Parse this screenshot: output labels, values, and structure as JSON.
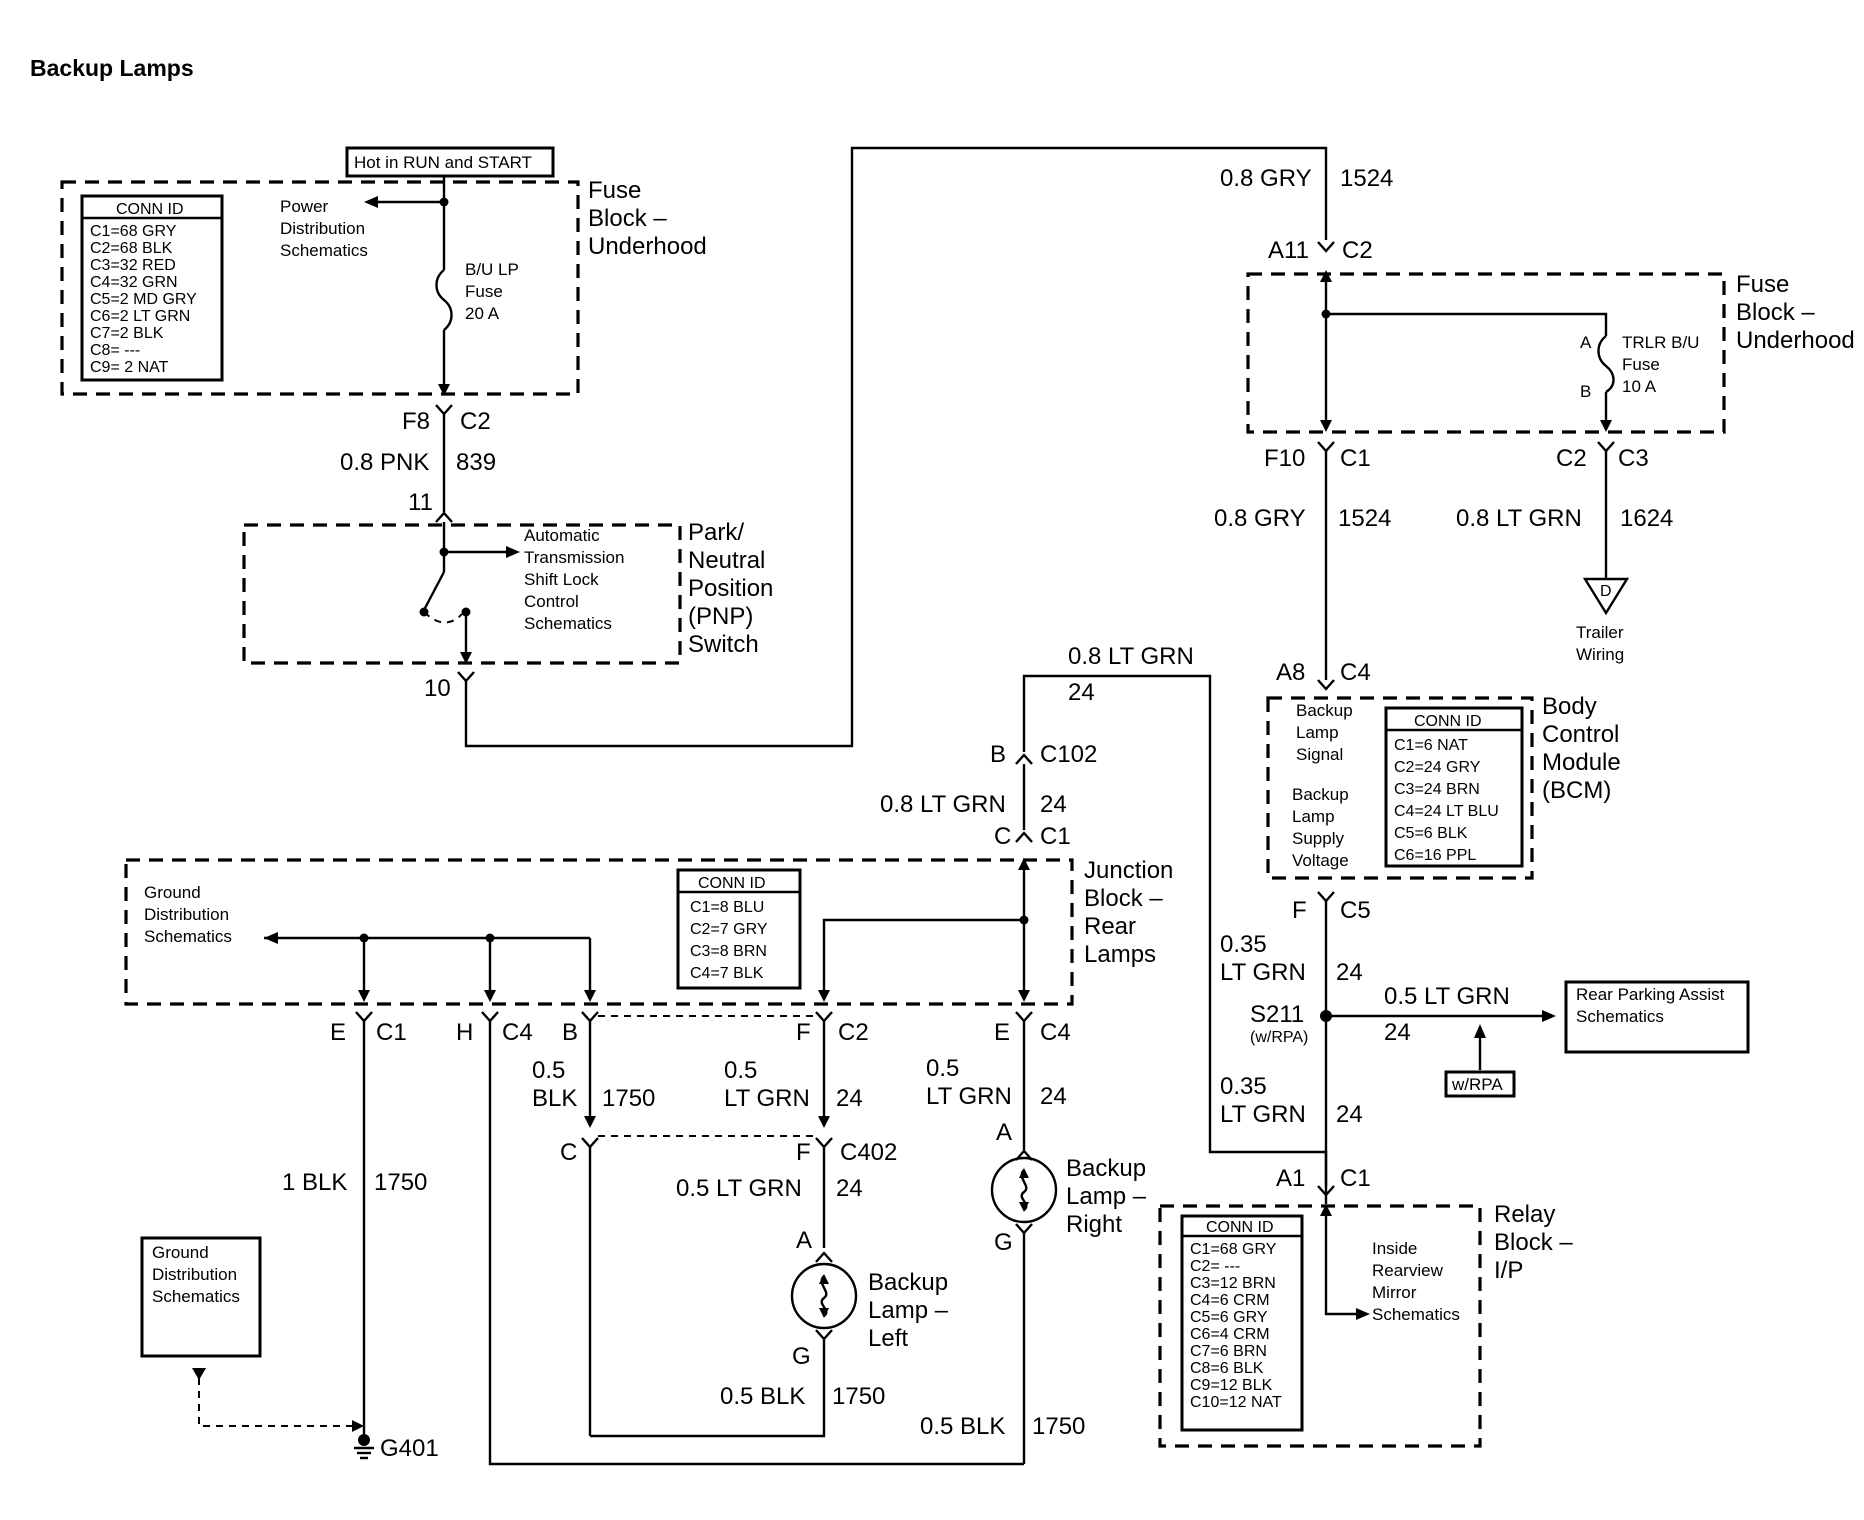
{
  "title": "Backup Lamps",
  "hot_label": "Hot in RUN and START",
  "conn_id_header": "CONN ID",
  "fuse_block_left": {
    "name": [
      "Fuse",
      "Block –",
      "Underhood"
    ],
    "conn_ids": [
      "C1=68 GRY",
      "C2=68 BLK",
      "C3=32 RED",
      "C4=32 GRN",
      "C5=2 MD GRY",
      "C6=2 LT GRN",
      "C7=2 BLK",
      "C8= ---",
      "C9= 2 NAT"
    ],
    "power_ref": [
      "Power",
      "Distribution",
      "Schematics"
    ],
    "fuse": [
      "B/U LP",
      "Fuse",
      "20 A"
    ],
    "conn_left": "F8",
    "conn_right": "C2"
  },
  "wire_pnk": {
    "size_color": "0.8 PNK",
    "circuit": "839"
  },
  "pnp_switch": {
    "name": [
      "Park/",
      "Neutral",
      "Position",
      "(PNP)",
      "Switch"
    ],
    "ref": [
      "Automatic",
      "Transmission",
      "Shift Lock",
      "Control",
      "Schematics"
    ],
    "pin_in": "11",
    "pin_out": "10"
  },
  "wire_gry_top": {
    "size_color": "0.8 GRY",
    "circuit": "1524"
  },
  "fuse_block_right": {
    "name": [
      "Fuse",
      "Block –",
      "Underhood"
    ],
    "in_left": "A11",
    "in_right": "C2",
    "fuse": [
      "TRLR B/U",
      "Fuse",
      "10 A"
    ],
    "pin_a": "A",
    "pin_b": "B",
    "out1_left": "F10",
    "out1_right": "C1",
    "out2_left": "C2",
    "out2_right": "C3"
  },
  "wire_gry_mid": {
    "size_color": "0.8 GRY",
    "circuit": "1524"
  },
  "wire_ltgrn_trailer": {
    "size_color": "0.8 LT GRN",
    "circuit": "1624"
  },
  "trailer": {
    "letter": "D",
    "label": [
      "Trailer",
      "Wiring"
    ]
  },
  "bcm": {
    "name": [
      "Body",
      "Control",
      "Module",
      "(BCM)"
    ],
    "in_left": "A8",
    "in_right": "C4",
    "signal": [
      "Backup",
      "Lamp",
      "Signal"
    ],
    "supply": [
      "Backup",
      "Lamp",
      "Supply",
      "Voltage"
    ],
    "conn_ids": [
      "C1=6 NAT",
      "C2=24 GRY",
      "C3=24 BRN",
      "C4=24 LT BLU",
      "C5=6 BLK",
      "C6=16 PPL"
    ],
    "out_left": "F",
    "out_right": "C5"
  },
  "wire_bcm_out": {
    "size": "0.35",
    "color": "LT GRN",
    "circuit": "24"
  },
  "splice": {
    "id": "S211",
    "option": "(w/RPA)"
  },
  "wire_rpa": {
    "size_color": "0.5 LT GRN",
    "circuit": "24"
  },
  "rpa_ref": [
    "Rear Parking Assist",
    "Schematics"
  ],
  "rpa_option": "w/RPA",
  "wire_bcm_relay": {
    "size": "0.35",
    "color": "LT GRN",
    "circuit": "24"
  },
  "relay_block": {
    "name": [
      "Relay",
      "Block –",
      "I/P"
    ],
    "in_left": "A1",
    "in_right": "C1",
    "conn_ids": [
      "C1=68 GRY",
      "C2= ---",
      "C3=12 BRN",
      "C4=6 CRM",
      "C5=6 GRY",
      "C6=4 CRM",
      "C7=6 BRN",
      "C8=6 BLK",
      "C9=12 BLK",
      "C10=12 NAT"
    ],
    "ref": [
      "Inside",
      "Rearview",
      "Mirror",
      "Schematics"
    ]
  },
  "wire_jb_top": {
    "size_color": "0.8 LT GRN",
    "circuit": "24"
  },
  "c102": {
    "pin": "B",
    "id": "C102"
  },
  "wire_jb_in": {
    "size_color": "0.8 LT GRN",
    "circuit": "24"
  },
  "jb_in_conn": {
    "pin": "C",
    "id": "C1"
  },
  "junction_block": {
    "name": [
      "Junction",
      "Block –",
      "Rear",
      "Lamps"
    ],
    "ground_ref": [
      "Ground",
      "Distribution",
      "Schematics"
    ],
    "conn_ids": [
      "C1=8 BLU",
      "C2=7 GRY",
      "C3=8 BRN",
      "C4=7 BLK"
    ]
  },
  "jb_out": {
    "e_c1": {
      "pin": "E",
      "id": "C1"
    },
    "h_c4": {
      "pin": "H",
      "id": "C4"
    },
    "b": {
      "pin": "B"
    },
    "f_c2": {
      "pin": "F",
      "id": "C2"
    },
    "e_c4": {
      "pin": "E",
      "id": "C4"
    }
  },
  "wire_blk_ground": {
    "size_color": "1 BLK",
    "circuit": "1750"
  },
  "wire_blk_b": {
    "size": "0.5",
    "color": "BLK",
    "circuit": "1750"
  },
  "wire_ltgrn_f": {
    "size": "0.5",
    "color": "LT GRN",
    "circuit": "24"
  },
  "wire_ltgrn_e": {
    "size": "0.5",
    "color": "LT GRN",
    "circuit": "24"
  },
  "c402": {
    "pin_left": "C",
    "pin_right": "F",
    "id": "C402"
  },
  "wire_ltgrn_left_lamp": {
    "size_color": "0.5 LT GRN",
    "circuit": "24"
  },
  "lamp_left": {
    "name": [
      "Backup",
      "Lamp –",
      "Left"
    ],
    "pin_a": "A",
    "pin_g": "G"
  },
  "lamp_right": {
    "name": [
      "Backup",
      "Lamp –",
      "Right"
    ],
    "pin_a": "A",
    "pin_g": "G"
  },
  "wire_blk_left_lamp": {
    "size_color": "0.5 BLK",
    "circuit": "1750"
  },
  "wire_blk_right_lamp": {
    "size_color": "0.5 BLK",
    "circuit": "1750"
  },
  "ground_ref_box": [
    "Ground",
    "Distribution",
    "Schematics"
  ],
  "ground": {
    "id": "G401"
  }
}
